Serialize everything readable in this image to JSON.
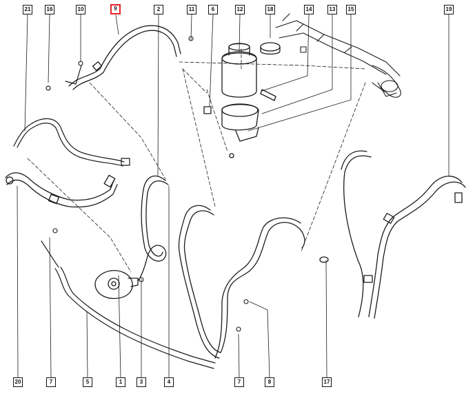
{
  "diagram": {
    "labels": [
      {
        "id": "21",
        "text": "21"
      },
      {
        "id": "16",
        "text": "16"
      },
      {
        "id": "10",
        "text": "10"
      },
      {
        "id": "9",
        "text": "9",
        "highlighted": true
      },
      {
        "id": "2",
        "text": "2"
      },
      {
        "id": "11",
        "text": "11"
      },
      {
        "id": "6",
        "text": "6"
      },
      {
        "id": "12",
        "text": "12"
      },
      {
        "id": "18",
        "text": "18"
      },
      {
        "id": "14",
        "text": "14"
      },
      {
        "id": "13",
        "text": "13"
      },
      {
        "id": "15",
        "text": "15"
      },
      {
        "id": "19",
        "text": "19"
      },
      {
        "id": "20",
        "text": "20"
      },
      {
        "id": "7a",
        "text": "7"
      },
      {
        "id": "5",
        "text": "5"
      },
      {
        "id": "1",
        "text": "1"
      },
      {
        "id": "3",
        "text": "3"
      },
      {
        "id": "4",
        "text": "4"
      },
      {
        "id": "7b",
        "text": "7"
      },
      {
        "id": "8",
        "text": "8"
      },
      {
        "id": "17",
        "text": "17"
      }
    ],
    "colors": {
      "line": "#1a1a1a",
      "label_border": "#111111",
      "highlight": "#e8202a"
    }
  }
}
